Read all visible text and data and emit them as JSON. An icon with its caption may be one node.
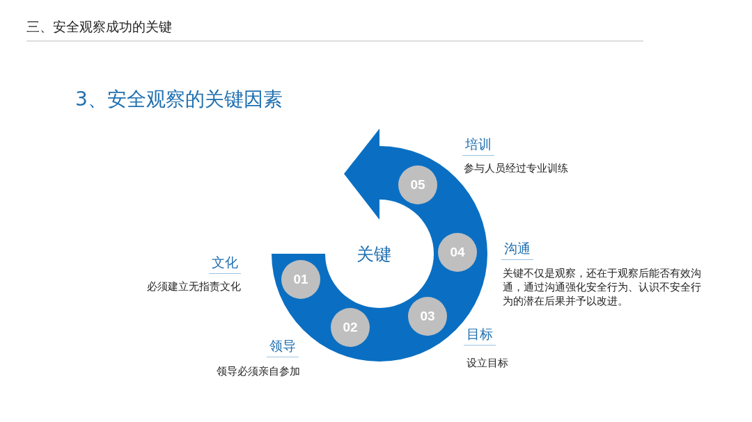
{
  "diagram": {
    "title": "三、安全观察成功的关键",
    "nodes": [
      {
        "text": [
          "01"
        ],
        "beside": [
          "文化",
          "必须建立无指责文化"
        ]
      },
      {
        "text": [
          "02"
        ],
        "beside": [
          "领导",
          "领导必须亲自参加"
        ]
      },
      {
        "text": [
          "03"
        ],
        "beside": [
          "目标",
          "设立目标"
        ]
      },
      {
        "text": [
          "04"
        ],
        "beside": [
          "沟通",
          "关键不仅是观察，还在于观察后能否有效沟通，通过沟通强化安全行为、认识不安全行为的潜在后果并予以改进。"
        ]
      },
      {
        "text": [
          "05"
        ],
        "beside": [
          "培训",
          "参与人员经过专业训练"
        ]
      }
    ],
    "labels": [
      "3、安全观察的关键因素",
      "关键"
    ]
  }
}
